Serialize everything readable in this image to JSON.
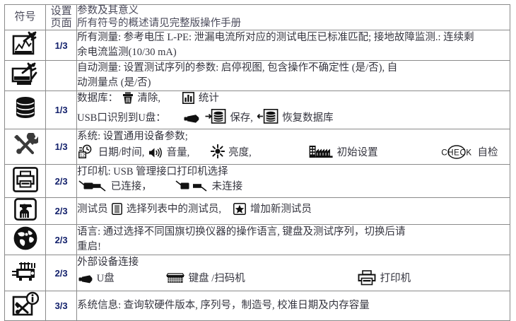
{
  "table": {
    "header": {
      "symbol": "符号",
      "setting_page_line1": "设置",
      "setting_page_line2": "页面",
      "desc_line1": "参数及其意义",
      "desc_line2": "所有符号的概述请见完整版操作手册"
    },
    "rows": [
      {
        "icon": "measurement-screen-icon",
        "page": "1/3",
        "lines": [
          "所有测量: 参考电压 L-PE: 泄漏电流所对应的测试电压已标准匹配; 接地故障监测.: 连续剩",
          "余电流监测(10/30 mA)"
        ]
      },
      {
        "icon": "auto-measurement-icon",
        "page": "",
        "lines": [
          "自动测量: 设置测试序列的参数: 启停视图, 包含操作不确定性 (是/否), 自",
          "动测量点 (是/否)"
        ]
      },
      {
        "icon": "database-icon",
        "page": "1/3",
        "lines": [],
        "rich": "database"
      },
      {
        "icon": "tools-icon",
        "page": "1/3",
        "lines": [],
        "rich": "system"
      },
      {
        "icon": "printer-boxed-icon",
        "page": "2/3",
        "lines": [],
        "rich": "printer"
      },
      {
        "icon": "tester-person-icon",
        "page": "2/3",
        "lines": [],
        "rich": "tester"
      },
      {
        "icon": "globe-icon",
        "page": "2/3",
        "lines": [
          "语言: 通过选择不同国旗切换仪器的操作语言, 键盘及测试序列，切换后请",
          "重启!"
        ]
      },
      {
        "icon": "external-device-icon",
        "page": "2/3",
        "lines": [],
        "rich": "external"
      },
      {
        "icon": "system-info-icon",
        "page": "3/3",
        "lines": [
          "系统信息: 查询软硬件版本, 序列号，制造号, 校准日期及内存容量"
        ]
      }
    ]
  },
  "database_row": {
    "label": "数据库：",
    "clear_icon": "trash-icon",
    "clear_label": "清除,",
    "stats_icon": "bar-chart-icon",
    "stats_label": "统计",
    "usb_label": "USB口识别到U盘：",
    "usb_icon": "usb-stick-icon",
    "save_icon": "save-to-db-icon",
    "save_label": "保存,",
    "restore_icon": "restore-db-icon",
    "restore_label": "恢复数据库"
  },
  "system_row": {
    "title": "系统: 设置通用设备参数;",
    "clock_icon": "clock-12-icon",
    "clock_label": "日期/时间,",
    "volume_icon": "speaker-icon",
    "volume_label": "音量,",
    "brightness_icon": "brightness-icon",
    "brightness_label": "亮度,",
    "initial_icon": "factory-settings-icon",
    "initial_label": "初始设置",
    "check_icon": "check-circle-text-icon",
    "check_text": "CHECK",
    "check_label": "自检"
  },
  "printer_row": {
    "title": "打印机: USB 管理接口打印机选择",
    "connected_icon": "plug-connected-icon",
    "connected_label": "已连接，",
    "disconnected_icon": "plug-disconnected-icon",
    "disconnected_label": "未连接"
  },
  "tester_row": {
    "prefix": "测试员",
    "list_icon": "list-select-icon",
    "select_label": "选择列表中的测试员,",
    "add_icon": "star-add-icon",
    "add_label": "增加新测试员"
  },
  "external_row": {
    "title": "外部设备连接",
    "usb_icon": "usb-stick-icon",
    "usb_label": "U盘",
    "keyboard_icon": "keyboard-icon",
    "keyboard_label": "键盘 /扫码机",
    "printer_icon": "printer-icon",
    "printer_label": "打印机"
  },
  "colors": {
    "page_number": "#12206b",
    "body_text": "#35353f",
    "header_text": "#4a4a5a",
    "border": "#8a8a8a"
  }
}
